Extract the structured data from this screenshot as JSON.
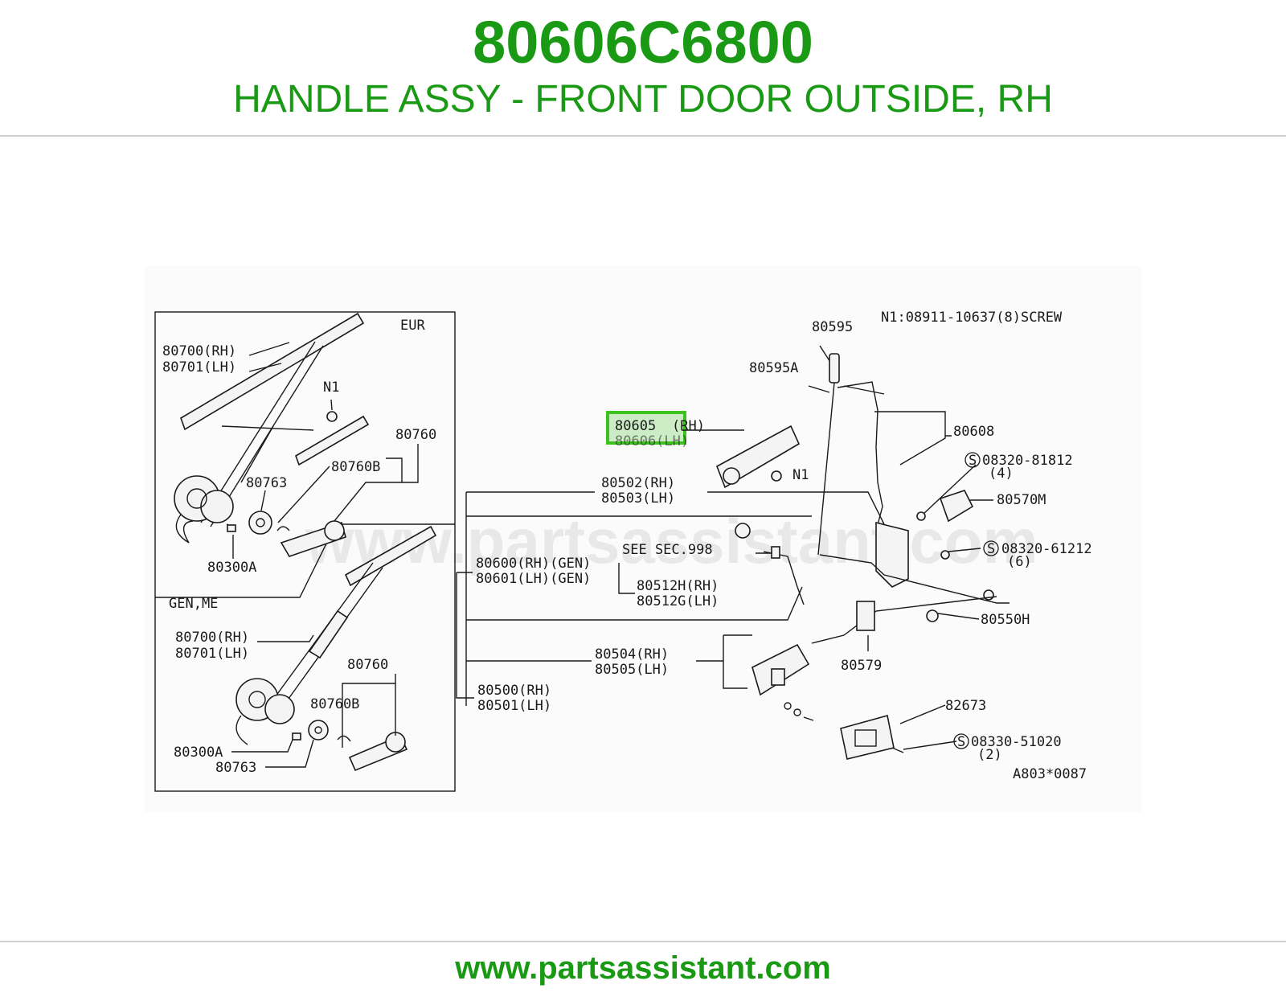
{
  "header": {
    "part_number": "80606C6800",
    "description": "HANDLE ASSY - FRONT DOOR OUTSIDE, RH"
  },
  "footer": {
    "url": "www.partsassistant.com"
  },
  "colors": {
    "brand_green": "#1a9a14",
    "highlight_green": "#3cc11e",
    "rule_gray": "#cfcfcf"
  },
  "diagram": {
    "watermark": "www.partsassistant.com",
    "panel_eur": {
      "title": "EUR",
      "labels": [
        "80700(RH)",
        "80701(LH)",
        "N1",
        "80760",
        "80763",
        "80760B",
        "80300A"
      ]
    },
    "panel_gen": {
      "title": "GEN,ME",
      "labels": [
        "80700(RH)",
        "80701(LH)",
        "80760",
        "80760B",
        "80300A",
        "80763"
      ]
    },
    "callouts": {
      "screw_note": "N1:08911-10637(8)SCREW",
      "c80595": "80595",
      "c80595A": "80595A",
      "c80605": "80605",
      "c80605_rh": "(RH)",
      "c80606": "80606(LH)",
      "c80608": "80608",
      "n1": "N1",
      "c08320_81812": "08320-81812",
      "qty4": "(4)",
      "c80570M": "80570M",
      "c80502": "80502(RH)",
      "c80503": "80503(LH)",
      "see_sec": "SEE SEC.998",
      "c08320_61212": "08320-61212",
      "qty6": "(6)",
      "c80600": "80600(RH)(GEN)",
      "c80601": "80601(LH)(GEN)",
      "c80512H": "80512H(RH)",
      "c80512G": "80512G(LH)",
      "c80550H": "80550H",
      "c80504": "80504(RH)",
      "c80505": "80505(LH)",
      "c80579": "80579",
      "c80500": "80500(RH)",
      "c80501": "80501(LH)",
      "c82673": "82673",
      "c08330_51020": "08330-51020",
      "qty2": "(2)",
      "ref_code": "A803*0087",
      "s_symbol": "S"
    }
  }
}
